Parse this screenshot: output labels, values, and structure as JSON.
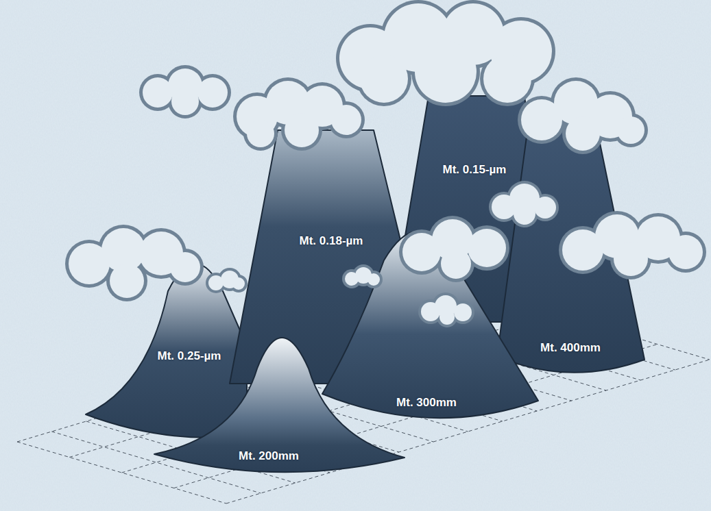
{
  "diagram": {
    "nodes": [
      {
        "text": [
          "Mt. 0.15-µm"
        ]
      },
      {
        "text": [
          "Mt. 0.25-µm"
        ]
      },
      {
        "text": [
          "Mt. 0.18-µm"
        ]
      },
      {
        "text": [
          "Mt. 400mm"
        ]
      },
      {
        "text": [
          "Mt. 300mm"
        ]
      },
      {
        "text": [
          "Mt. 200mm"
        ]
      }
    ]
  }
}
